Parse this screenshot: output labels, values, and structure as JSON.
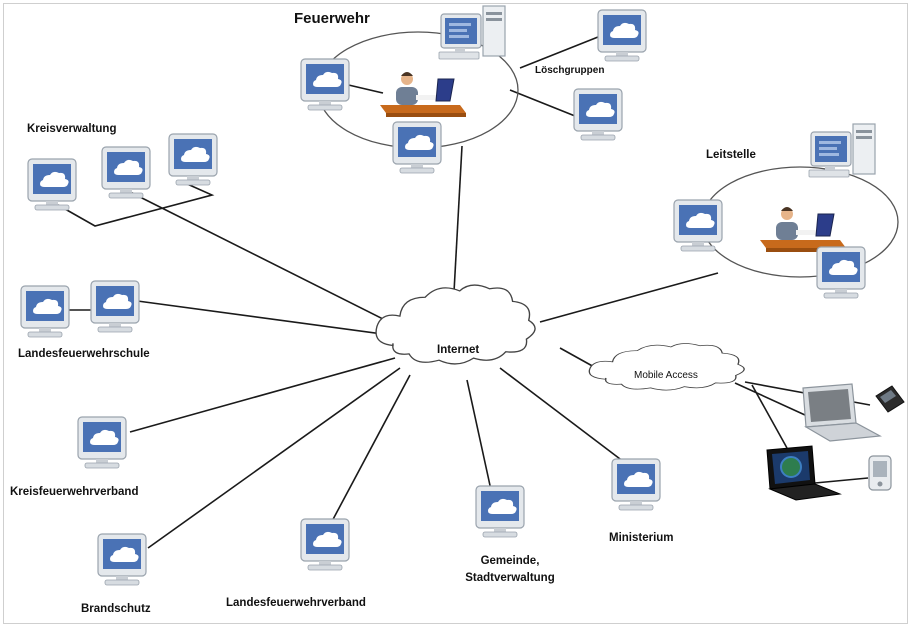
{
  "labels": {
    "feuerwehr": "Feuerwehr",
    "loeschgruppen": "Löschgruppen",
    "kreisverwaltung": "Kreisverwaltung",
    "leitstelle": "Leitstelle",
    "landesfeuerwehrschule": "Landesfeuerwehrschule",
    "internet": "Internet",
    "mobile_access": "Mobile Access",
    "kreisfeuerwehrverband": "Kreisfeuerwehrverband",
    "ministerium": "Ministerium",
    "gemeinde_line1": "Gemeinde,",
    "gemeinde_line2": "Stadtverwaltung",
    "brandschutz": "Brandschutz",
    "landesfeuerwehrverband": "Landesfeuerwehrverband"
  },
  "colors": {
    "monitor_screen": "#4a72b5",
    "monitor_frame": "#e4e8ec",
    "line": "#1a1a1a",
    "cloud_fill": "#ffffff",
    "cloud_stroke": "#444444"
  },
  "icons": {
    "workstation": "monitor-icon",
    "tower_pc": "desktop-computer-icon",
    "operator": "person-at-desk-icon",
    "laptop": "laptop-icon",
    "globe_laptop": "laptop-globe-icon",
    "pda": "pda-icon",
    "phone": "mobile-phone-icon",
    "cloud": "cloud-icon"
  }
}
